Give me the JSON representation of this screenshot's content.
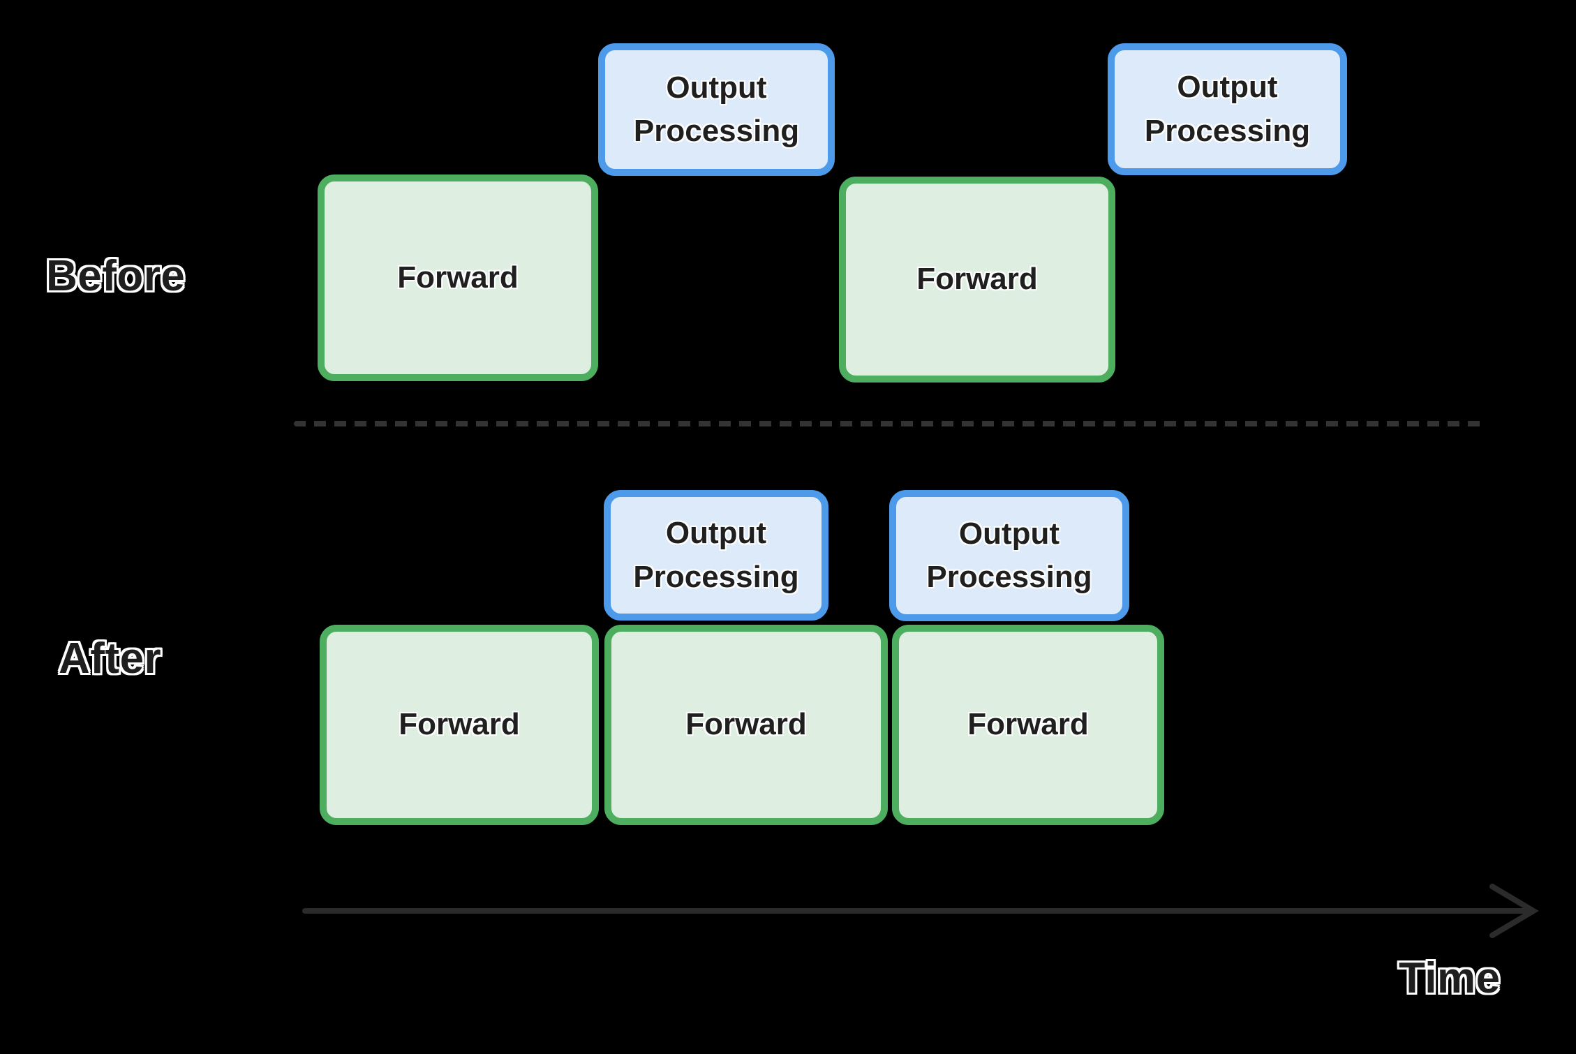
{
  "before": {
    "label": "Before",
    "boxes": [
      {
        "type": "forward",
        "label": "Forward"
      },
      {
        "type": "output",
        "label": "Output Processing"
      },
      {
        "type": "forward",
        "label": "Forward"
      },
      {
        "type": "output",
        "label": "Output Processing"
      }
    ]
  },
  "after": {
    "label": "After",
    "boxes": [
      {
        "type": "output",
        "label": "Output Processing"
      },
      {
        "type": "output",
        "label": "Output Processing"
      },
      {
        "type": "forward",
        "label": "Forward"
      },
      {
        "type": "forward",
        "label": "Forward"
      },
      {
        "type": "forward",
        "label": "Forward"
      }
    ]
  },
  "axis": {
    "label": "Time"
  },
  "colors": {
    "forward_border": "#4DAE60",
    "forward_fill": "#DEEEE0",
    "output_border": "#4D9AEA",
    "output_fill": "#DCEAFA",
    "divider": "#333333",
    "arrow": "#2B2B2B",
    "box_text": "#1F1F1F",
    "outline_text": "#1E1E1E",
    "outline_stroke": "#FFFFFF"
  }
}
